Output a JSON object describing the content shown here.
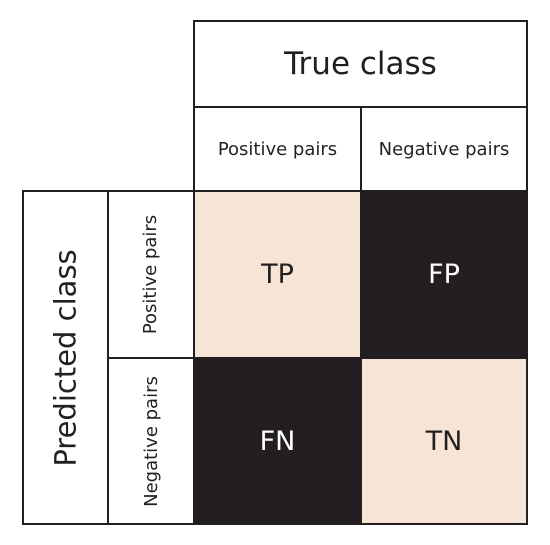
{
  "true_class": {
    "title": "True class",
    "columns": [
      "Positive pairs",
      "Negative pairs"
    ]
  },
  "predicted_class": {
    "title": "Predicted class",
    "rows": [
      "Positive pairs",
      "Negative pairs"
    ]
  },
  "cells": {
    "tp": "TP",
    "fp": "FP",
    "fn": "FN",
    "tn": "TN"
  },
  "colors": {
    "light_cell": "#f6e5d6",
    "dark_cell": "#231f20",
    "border": "#231f20"
  }
}
